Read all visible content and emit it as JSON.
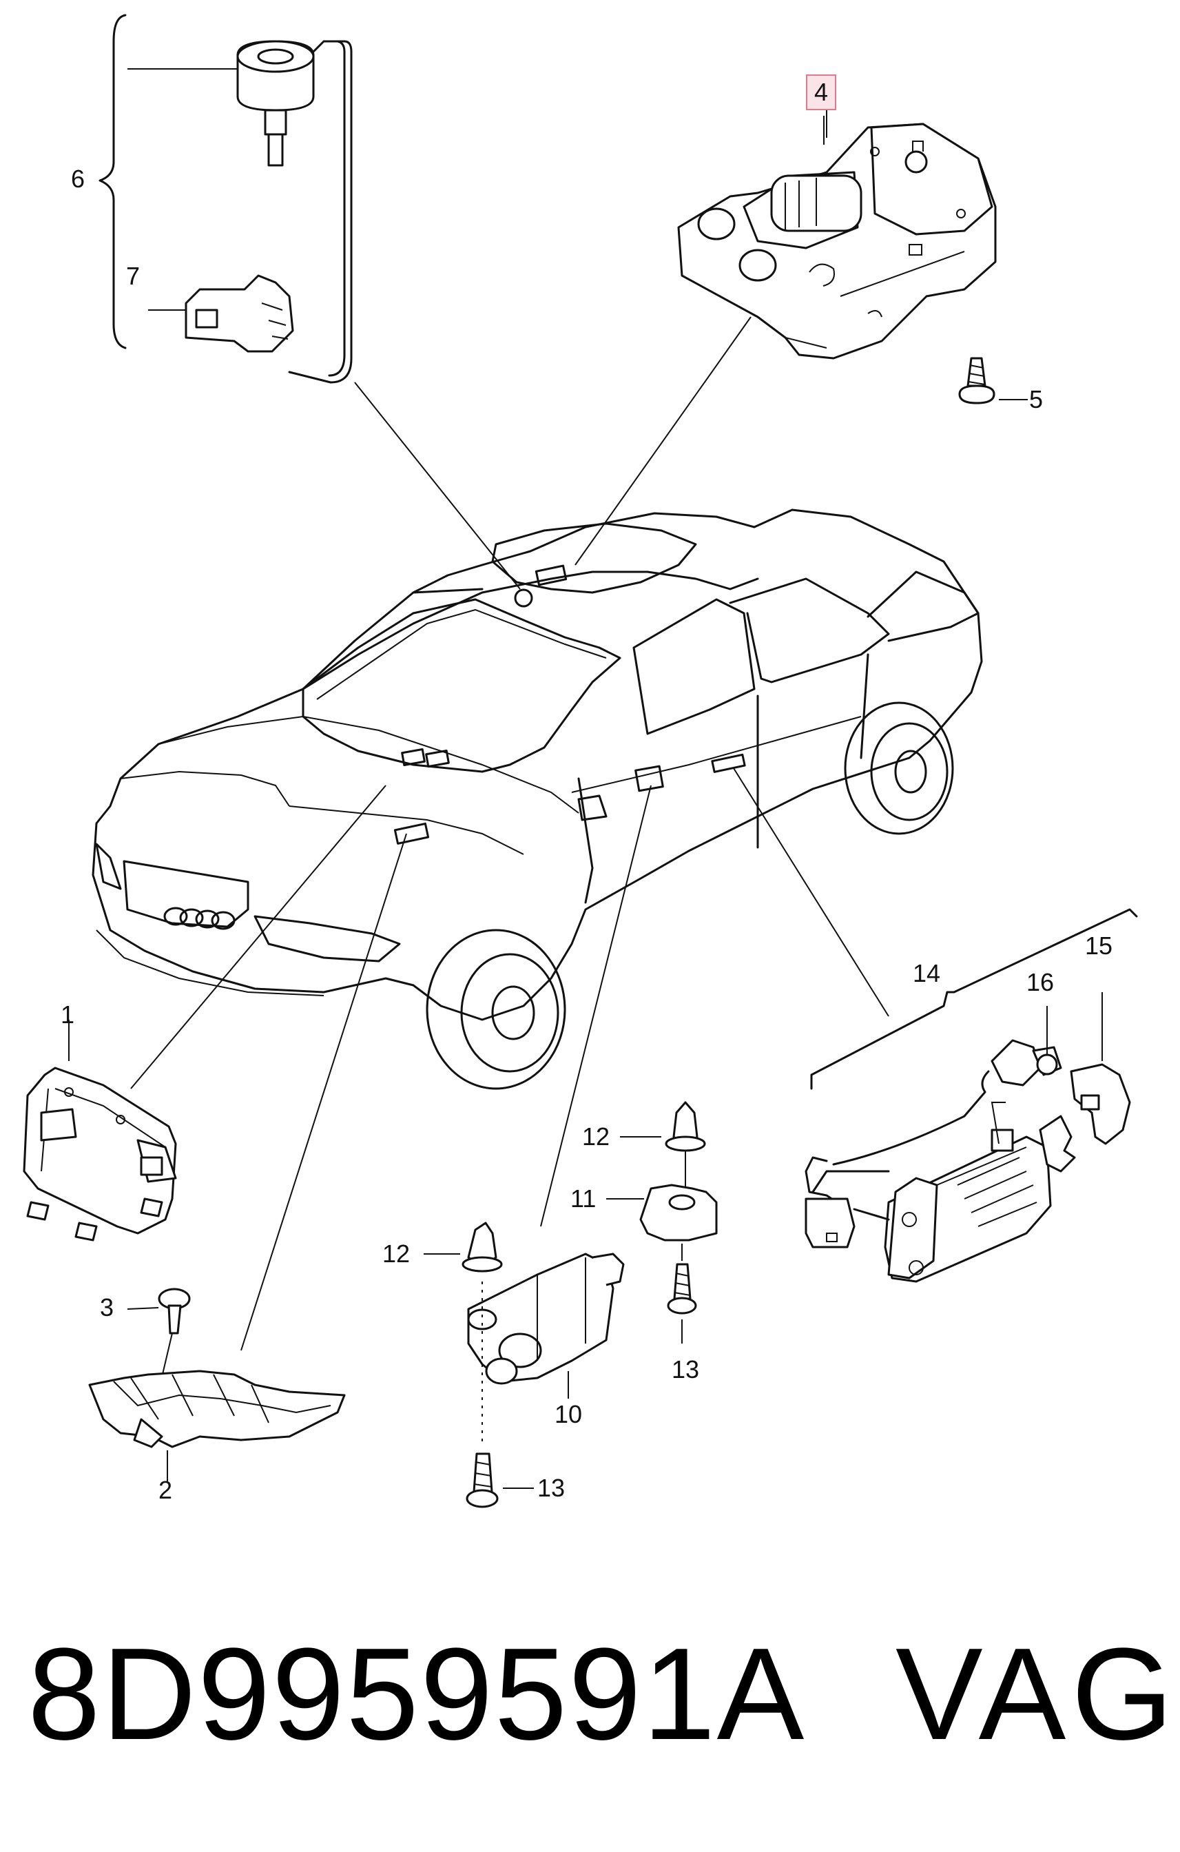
{
  "callouts": {
    "c1": "1",
    "c2": "2",
    "c3": "3",
    "c4": "4",
    "c5": "5",
    "c6": "6",
    "c7": "7",
    "c10": "10",
    "c11": "11",
    "c12a": "12",
    "c12b": "12",
    "c13a": "13",
    "c13b": "13",
    "c14": "14",
    "c15": "15",
    "c16": "16"
  },
  "footer": {
    "part_number": "8D9959591A",
    "brand": "VAG"
  },
  "highlight_color": "#e07a8c"
}
